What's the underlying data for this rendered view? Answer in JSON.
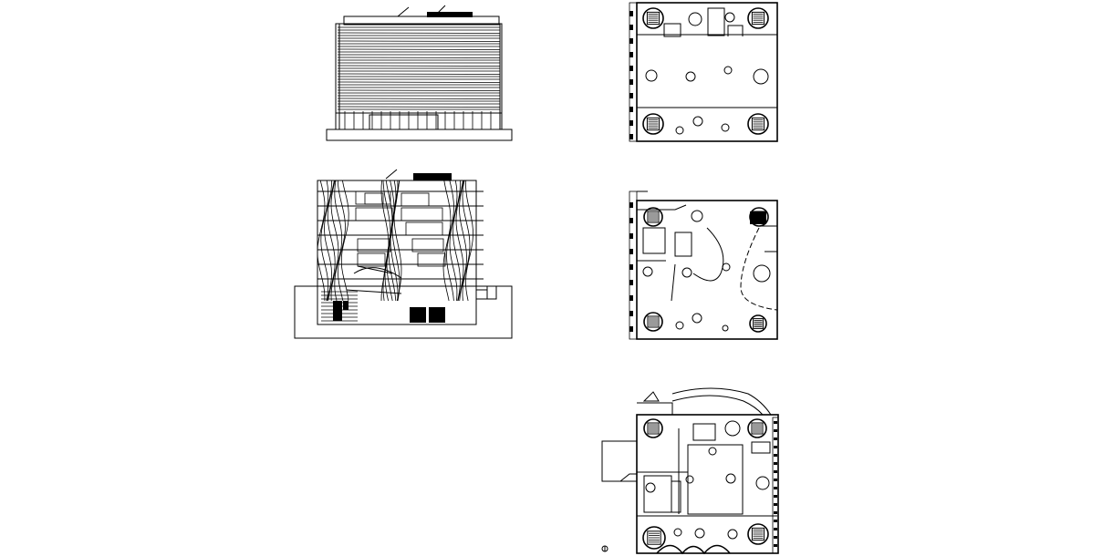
{
  "drawing": {
    "background": "#ffffff",
    "ink": "#000000",
    "views": [
      {
        "id": "elevation-top",
        "kind": "building elevation"
      },
      {
        "id": "section-middle",
        "kind": "building section"
      },
      {
        "id": "plan-top",
        "kind": "floor plan"
      },
      {
        "id": "plan-middle",
        "kind": "floor plan"
      },
      {
        "id": "plan-bottom",
        "kind": "ground floor plan"
      }
    ]
  }
}
